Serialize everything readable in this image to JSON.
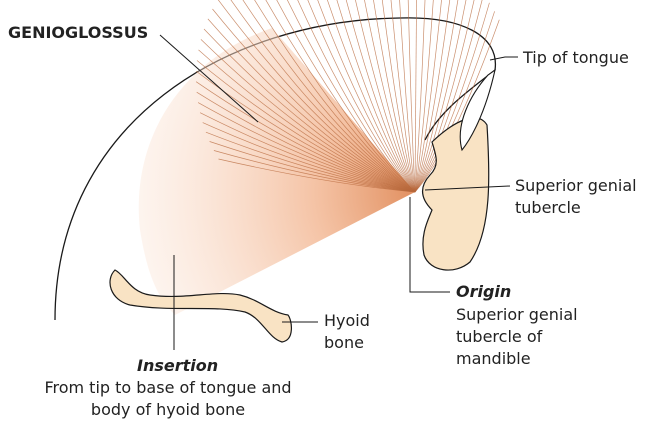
{
  "title": "GENIOGLOSSUS",
  "labels": {
    "tip_of_tongue": "Tip of tongue",
    "superior_genial_tubercle_line1": "Superior genial",
    "superior_genial_tubercle_line2": "tubercle",
    "hyoid_line1": "Hyoid",
    "hyoid_line2": "bone",
    "origin_heading": "Origin",
    "origin_line1": "Superior genial",
    "origin_line2": "tubercle of",
    "origin_line3": "mandible",
    "insertion_heading": "Insertion",
    "insertion_line1": "From tip to base of tongue and",
    "insertion_line2": "body of hyoid bone"
  },
  "colors": {
    "muscle_fiber": "#b86a3e",
    "muscle_fill": "#f6c9ac",
    "bone_fill": "#f9e3c4",
    "outline": "#1a1a1a"
  }
}
